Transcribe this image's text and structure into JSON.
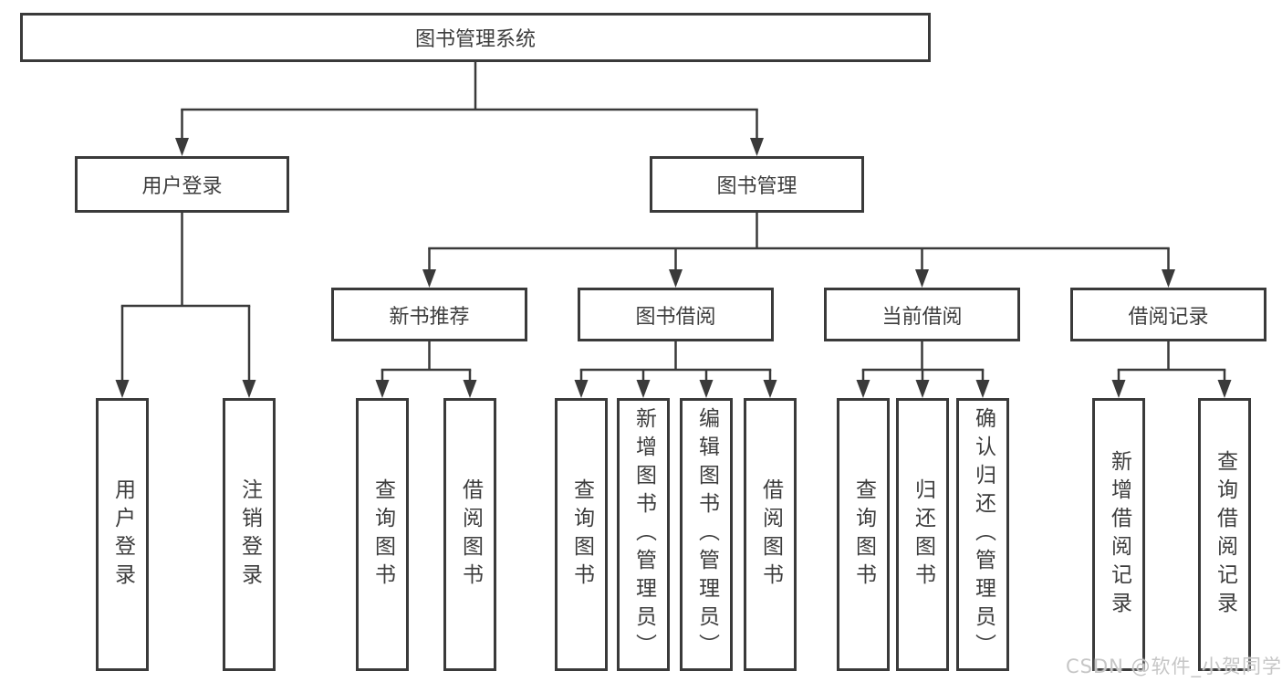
{
  "diagram": {
    "root": {
      "label": "图书管理系统"
    },
    "level2": [
      {
        "label": "用户登录"
      },
      {
        "label": "图书管理"
      }
    ],
    "level3": [
      {
        "label": "新书推荐"
      },
      {
        "label": "图书借阅"
      },
      {
        "label": "当前借阅"
      },
      {
        "label": "借阅记录"
      }
    ],
    "leaves": {
      "user_login": [
        {
          "label": "用户登录"
        },
        {
          "label": "注销登录"
        }
      ],
      "new_book_recommendation": [
        {
          "label": "查询图书"
        },
        {
          "label": "借阅图书"
        }
      ],
      "book_borrowing": [
        {
          "label": "查询图书"
        },
        {
          "label": "新增图书（管理员）"
        },
        {
          "label": "编辑图书（管理员）"
        },
        {
          "label": "借阅图书"
        }
      ],
      "current_borrowing": [
        {
          "label": "查询图书"
        },
        {
          "label": "归还图书"
        },
        {
          "label": "确认归还（管理员）"
        }
      ],
      "borrowing_records": [
        {
          "label": "新增借阅记录"
        },
        {
          "label": "查询借阅记录"
        }
      ]
    }
  },
  "watermark": {
    "text": "CSDN @软件_小贺同学"
  },
  "colors": {
    "line": "#3a3a3a",
    "text": "#3d3d3d",
    "background": "#ffffff",
    "box_fill": "#ffffff",
    "watermark": "#c6c6c6"
  }
}
